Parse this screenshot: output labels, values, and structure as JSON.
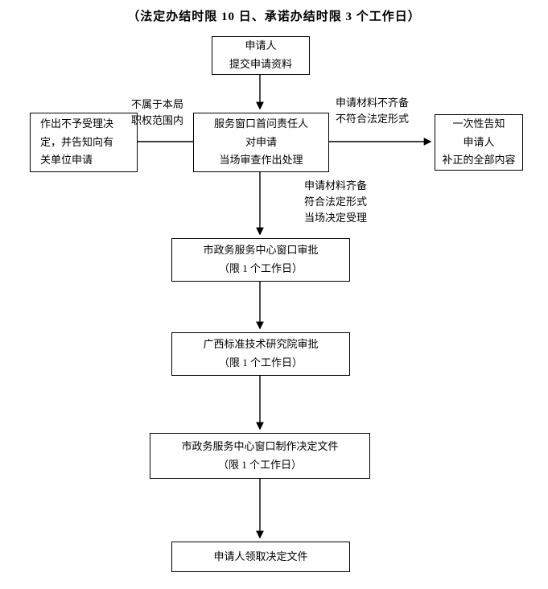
{
  "title": "（法定办结时限 10 日、承诺办结时限 3 个工作日）",
  "nodes": {
    "applicant": {
      "text": "申请人\n提交申请资料"
    },
    "window": {
      "text": "服务窗口首问责任人\n对申请\n当场审查作出处理"
    },
    "reject": {
      "text": "作出不予受理决\n定，并告知向有\n关单位申请"
    },
    "notify": {
      "text": "一次性告知\n申请人\n补正的全部内容"
    },
    "center_approval": {
      "text": "市政务服务中心窗口审批\n（限 1 个工作日）"
    },
    "institute_approval": {
      "text": "广西标准技术研究院审批\n（限 1 个工作日）"
    },
    "make_document": {
      "text": "市政务服务中心窗口制作决定文件\n（限 1 个工作日）"
    },
    "receive_document": {
      "text": "申请人领取决定文件"
    }
  },
  "edge_labels": {
    "not_in_scope": "不属于本局\n职权范围内",
    "materials_incomplete": "申请材料不齐备\n不符合法定形式",
    "materials_complete": "申请材料齐备\n符合法定形式\n当场决定受理"
  }
}
